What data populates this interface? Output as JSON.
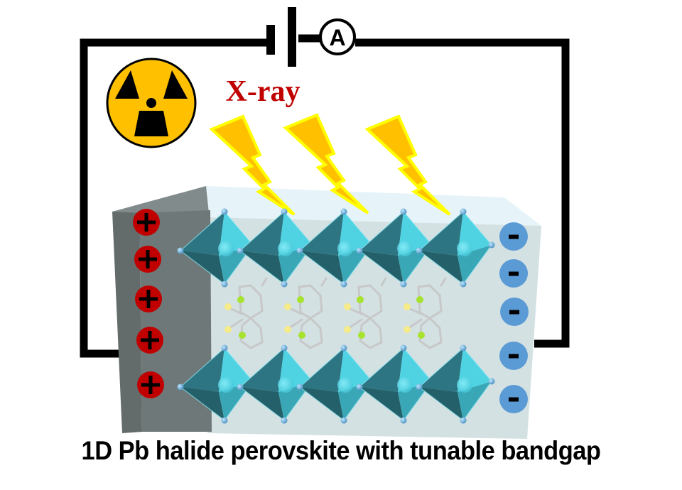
{
  "figure": {
    "caption": "1D Pb halide perovskite with tunable bandgap",
    "xray_label": "X-ray",
    "ammeter_label": "A",
    "positive_charge_symbol": "+",
    "negative_charge_symbol": "-",
    "positive_charge_count": 5,
    "negative_charge_count": 5,
    "octahedra_per_chain": 5,
    "organic_cations_count": 4,
    "lightning_bolt_count": 3,
    "icons": {
      "radiation": "radiation-hazard-icon",
      "battery": "battery-symbol-icon",
      "ammeter": "ammeter-icon",
      "lightning": "lightning-bolt-icon"
    },
    "colors": {
      "wire": "#000000",
      "xray_text": "#c00000",
      "radiation_bg": "#ffc000",
      "bolt_fill": "#ffc000",
      "bolt_outline": "#ffff00",
      "positive_charge": "#c00000",
      "negative_charge": "#5b9bd5",
      "octahedron_light": "#4fd3e3",
      "octahedron_dark": "#23606a",
      "electrode": "#6e7878",
      "crystal_body": "#d3e1e3"
    }
  }
}
